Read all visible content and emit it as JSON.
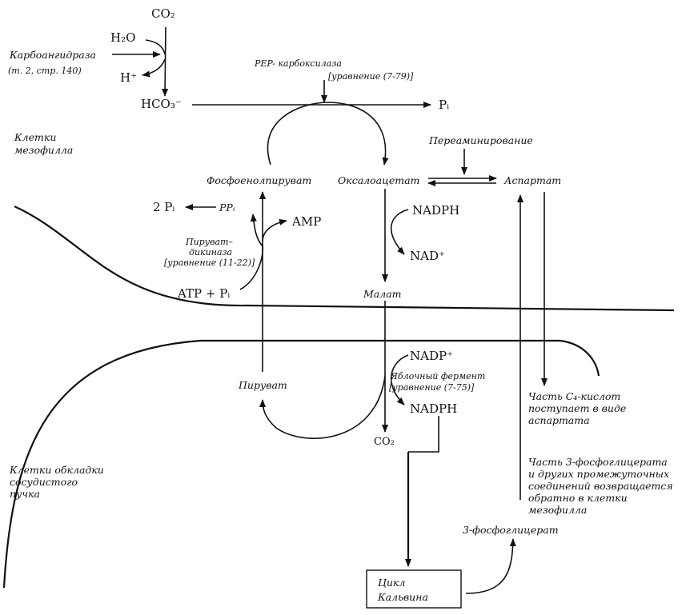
{
  "labels": {
    "co2_top": "CO₂",
    "h2o": "H₂O",
    "carbonic_anhydrase": "Карбоангидраза",
    "carbonic_anhydrase_ref": "(т. 2, стр. 140)",
    "h_plus": "H⁺",
    "hco3": "HCO₃⁻",
    "pep_carboxylase": "PEP- карбоксилаза",
    "pep_carboxylase_ref": "[уравнение (7-79)]",
    "pi_top": "Pᵢ",
    "mesophyll_cells": [
      "Клетки",
      "мезофилла"
    ],
    "transamination": "Переаминирование",
    "pep": "Фосфоенолпируват",
    "oxaloacetate": "Оксалоацетат",
    "aspartate": "Аспартат",
    "two_pi": "2 Pᵢ",
    "ppi": "PPᵢ",
    "amp": "AMP",
    "nadph_top": "NADPH",
    "nad_plus": "NAD⁺",
    "pyruvate_dikinase": [
      "Пируват–",
      "дикиназа",
      "[уравнение (11-22)]"
    ],
    "atp_pi": "ATP + Pᵢ",
    "malate": "Малат",
    "nadp_plus": "NADP⁺",
    "malic_enzyme": [
      "Яблочный фермент",
      "[уравнение (7-75)]"
    ],
    "nadph_bottom": "NADPH",
    "pyruvate": "Пируват",
    "co2_bottom": "CO₂",
    "c4_acid_note": [
      "Часть C₄-кислот",
      "поступает в виде",
      "аспартата"
    ],
    "bundle_sheath_cells": [
      "Клетки обкладки",
      "сосудистого",
      "пучка"
    ],
    "pga_note": [
      "Часть 3-фосфоглицерата",
      "и других промежуточных",
      "соединений возвращается",
      "обратно в клетки",
      "мезофилла"
    ],
    "pga": "3-фосфоглицерат",
    "calvin_cycle": [
      "Цикл",
      "Кальвина"
    ]
  }
}
